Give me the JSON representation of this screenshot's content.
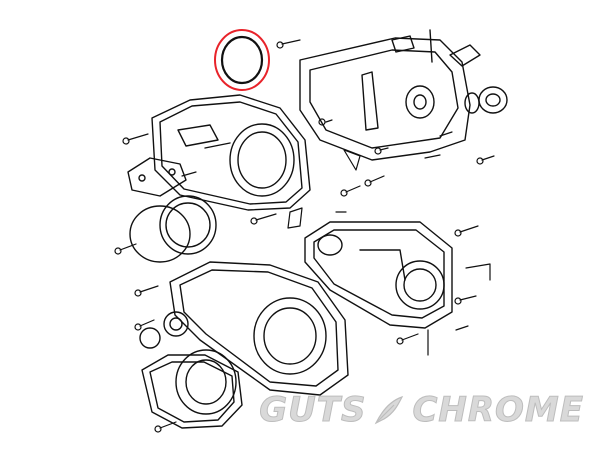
{
  "diagram": {
    "highlight_color": "#e8232a",
    "line_color": "#111111",
    "highlighted_part": "o-ring"
  },
  "watermark": {
    "word_left": "GUTS",
    "word_right": "CHROME",
    "icon": "feather-icon",
    "color": "#d9d9d9"
  }
}
